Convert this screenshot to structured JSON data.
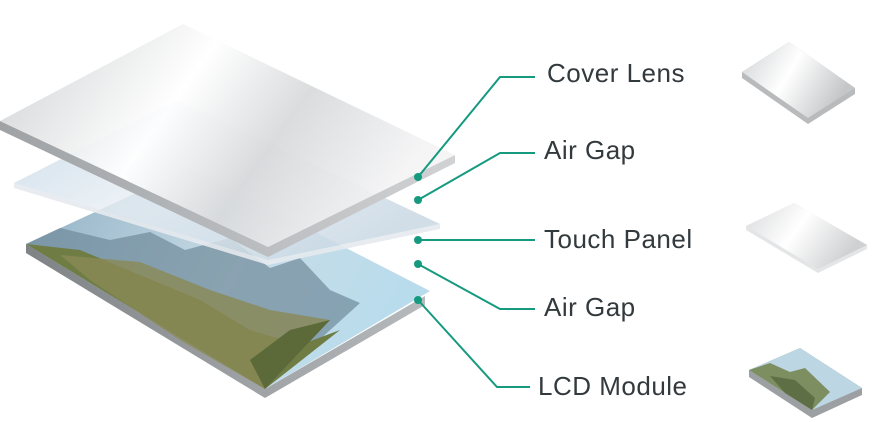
{
  "diagram": {
    "accent_color": "#159a80",
    "layers": [
      {
        "id": "cover-lens",
        "label": "Cover Lens",
        "thumbnail": "glass-slab-icon"
      },
      {
        "id": "air-gap-1",
        "label": "Air Gap",
        "thumbnail": ""
      },
      {
        "id": "touch-panel",
        "label": "Touch Panel",
        "thumbnail": "glass-panel-icon"
      },
      {
        "id": "air-gap-2",
        "label": "Air Gap",
        "thumbnail": ""
      },
      {
        "id": "lcd-module",
        "label": "LCD Module",
        "thumbnail": "mountain-screen-icon"
      }
    ]
  }
}
